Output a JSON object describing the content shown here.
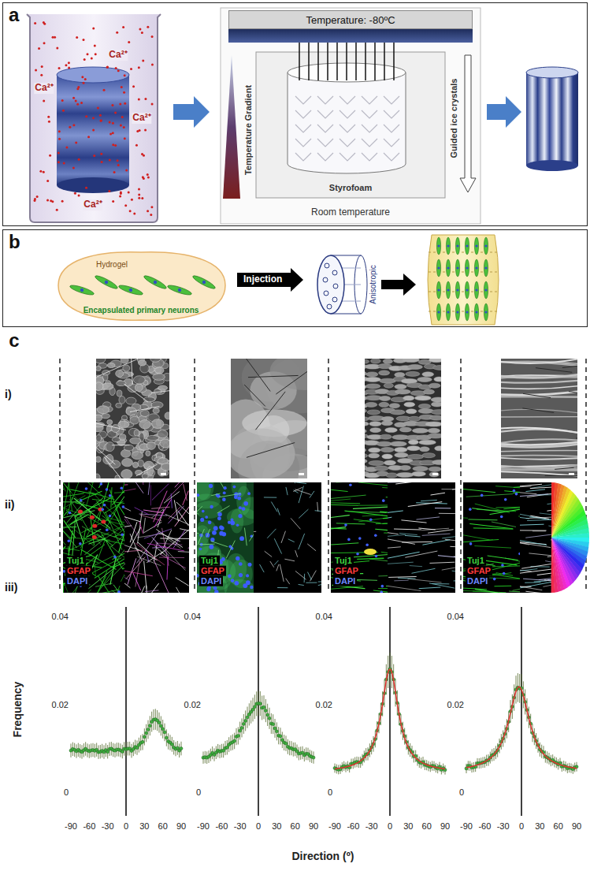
{
  "diagram": {
    "nodes": [
      {
        "text": [
          "a"
        ]
      },
      {
        "text": [
          "Temperature: -80ºC"
        ],
        "in": 0
      },
      {
        "text": [
          "b"
        ]
      },
      {
        "text": [
          "Hydrogel",
          "Encapsulated primary neurons"
        ],
        "in": 2
      },
      {
        "text": [
          "Injection"
        ],
        "in": 2
      }
    ],
    "labels": [
      "Ca²⁺",
      "Ca²⁺",
      "Ca²⁺",
      "Ca²⁺",
      "Temperature Gradient",
      "Guided ice crystals",
      "Styrofoam",
      "Room temperature",
      "Anisotropic",
      "c",
      "i)",
      "ii)",
      "iii)",
      "Tuj1",
      "GFAP",
      "DAPI",
      "Tuj1",
      "GFAP",
      "DAPI",
      "Tuj1",
      "GFAP",
      "DAPI",
      "Tuj1",
      "GFAP",
      "DAPI",
      "0.04",
      "0.02",
      "0",
      "-90",
      "-60",
      "-30",
      "0",
      "30",
      "60",
      "90",
      "0.04",
      "0.02",
      "0",
      "-90",
      "-60",
      "-30",
      "0",
      "30",
      "60",
      "90",
      "0.04",
      "0.02",
      "0",
      "-90",
      "-60",
      "-30",
      "0",
      "30",
      "60",
      "90",
      "0.04",
      "0.02",
      "0",
      "-90",
      "-60",
      "-30",
      "0",
      "30",
      "60",
      "90",
      "Frequency",
      "Direction (º)"
    ]
  }
}
